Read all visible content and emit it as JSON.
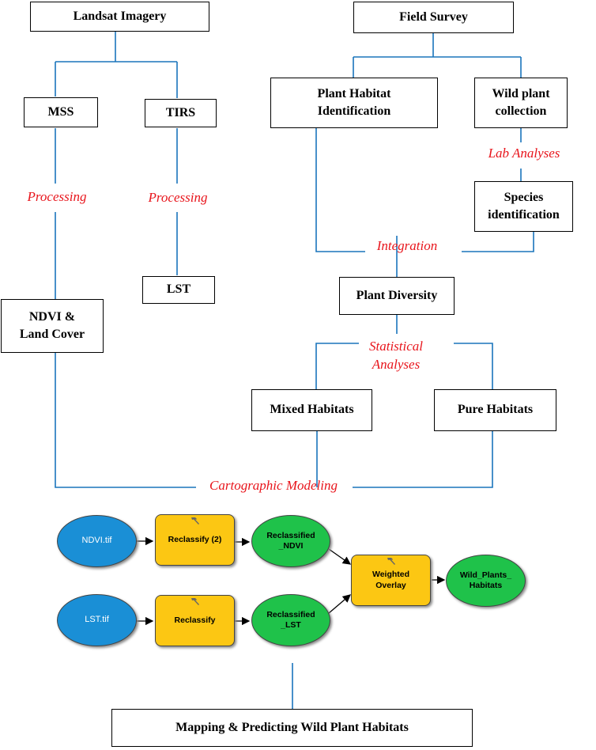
{
  "boxes": {
    "landsat_imagery": "Landsat Imagery",
    "field_survey": "Field Survey",
    "mss": "MSS",
    "tirs": "TIRS",
    "plant_habitat_identification": "Plant Habitat\nIdentification",
    "wild_plant_collection": "Wild plant\ncollection",
    "species_identification": "Species\nidentification",
    "lst": "LST",
    "ndvi_land_cover": "NDVI &\nLand Cover",
    "plant_diversity": "Plant Diversity",
    "mixed_habitats": "Mixed Habitats",
    "pure_habitats": "Pure Habitats",
    "mapping_predicting": "Mapping & Predicting Wild Plant Habitats"
  },
  "labels": {
    "processing_mss": "Processing",
    "processing_tirs": "Processing",
    "lab_analyses": "Lab Analyses",
    "integration": "Integration",
    "statistical_analyses": "Statistical\nAnalyses",
    "cartographic_modeling": "Cartographic Modeling"
  },
  "model": {
    "ndvi_tif": "NDVI.tif",
    "lst_tif": "LST.tif",
    "reclassify_2": "Reclassify (2)",
    "reclassify": "Reclassify",
    "reclassified_ndvi": "Reclassified\n_NDVI",
    "reclassified_lst": "Reclassified\n_LST",
    "weighted_overlay": "Weighted\nOverlay",
    "wild_plants_habitats": "Wild_Plants_\nHabitats"
  },
  "colors": {
    "connector": "#1a75bc",
    "label_red": "#e8141b",
    "input_blue": "#1a8fd6",
    "output_green": "#1fc24a",
    "tool_yellow": "#fcc713"
  }
}
